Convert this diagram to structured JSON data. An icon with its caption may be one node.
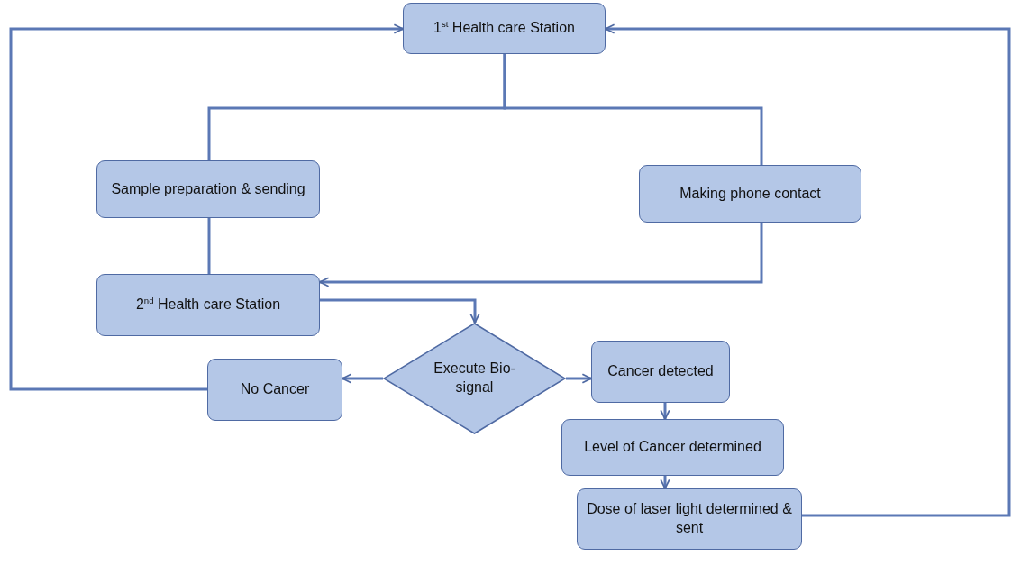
{
  "diagram": {
    "nodes": [
      {
        "text": [
          "1$^{st}$ Health care Station"
        ]
      },
      {
        "text": [
          "Sample preparation & sending"
        ]
      },
      {
        "text": [
          "Making phone contact"
        ]
      },
      {
        "text": [
          "2$^{nd}$ Health care Station"
        ]
      },
      {
        "text": [
          "Execute Bio-signal"
        ]
      },
      {
        "text": [
          "No Cancer"
        ]
      },
      {
        "text": [
          "Cancer detected"
        ]
      },
      {
        "text": [
          "Level of Cancer determined"
        ]
      },
      {
        "text": [
          "Dose of laser light determined & sent"
        ]
      }
    ],
    "edges": [
      {
        "from": 0,
        "to": 1,
        "arrow": "none"
      },
      {
        "from": 0,
        "to": 2,
        "arrow": "none"
      },
      {
        "from": 1,
        "to": 3,
        "arrow": "none"
      },
      {
        "from": 2,
        "to": 3,
        "arrow": "to"
      },
      {
        "from": 3,
        "to": 4,
        "arrow": "to"
      },
      {
        "from": 4,
        "to": 5,
        "arrow": "to"
      },
      {
        "from": 4,
        "to": 6,
        "arrow": "to"
      },
      {
        "from": 5,
        "to": 0,
        "arrow": "to"
      },
      {
        "from": 6,
        "to": 7,
        "arrow": "to"
      },
      {
        "from": 7,
        "to": 8,
        "arrow": "to"
      },
      {
        "from": 8,
        "to": 0,
        "arrow": "to"
      }
    ]
  }
}
